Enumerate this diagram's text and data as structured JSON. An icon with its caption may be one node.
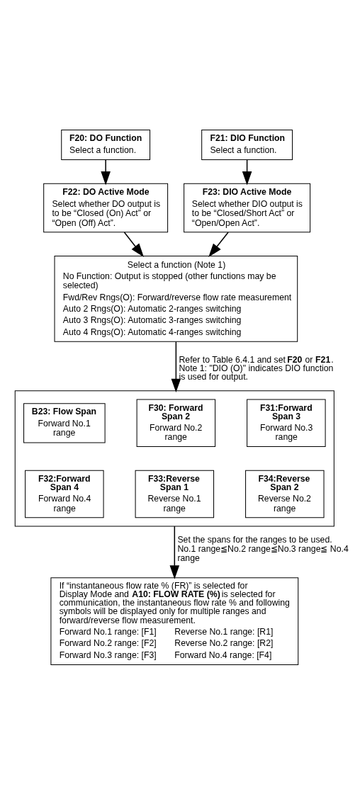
{
  "diagram": {
    "nodes": [
      {
        "text": [
          "F20: DO Function",
          "Select a function."
        ]
      },
      {
        "text": [
          "F21: DIO Function",
          "Select a function."
        ]
      },
      {
        "text": [
          "F22: DO Active Mode",
          "Select whether DO output is to be “Closed (On) Act” or “Open (Off) Act”."
        ]
      },
      {
        "text": [
          "F23: DIO Active Mode",
          "Select whether DIO output is to be “Closed/Short Act” or “Open/Open Act”."
        ]
      },
      {
        "text": [
          "Select a function (Note 1)",
          "No Function: Output is stopped (other functions may be selected)",
          "Fwd/Rev Rngs(O): Forward/reverse flow rate measurement",
          "Auto 2 Rngs(O): Automatic 2-ranges switching",
          "Auto 3 Rngs(O): Automatic 3-ranges switching",
          "Auto 4 Rngs(O): Automatic 4-ranges switching"
        ]
      },
      {
        "text": [],
        "shape": "box"
      },
      {
        "text": [
          "B23: Flow Span",
          "Forward No.1 range"
        ],
        "in": 5
      },
      {
        "text": [
          "F30: Forward Span 2",
          "Forward No.2 range"
        ],
        "in": 5
      },
      {
        "text": [
          "F31:Forward Span 3",
          "Forward No.3 range"
        ],
        "in": 5
      },
      {
        "text": [
          "F32:Forward Span 4",
          "Forward No.4 range"
        ],
        "in": 5
      },
      {
        "text": [
          "F33:Reverse Span 1",
          "Reverse No.1 range"
        ],
        "in": 5
      },
      {
        "text": [
          "F34:Reverse Span 2",
          "Reverse No.2 range"
        ],
        "in": 5
      },
      {
        "text": [
          "If “instantaneous flow rate % (FR)” is selected for Display Mode and **A10: FLOW RATE (%)** is selected for communication, the instantaneous flow rate % and following symbols will be displayed only for multiple ranges and forward/reverse flow measurement.",
          "Forward No.1 range: [F1]",
          "Reverse No.1 range: [R1]",
          "Forward No.2 range: [F2]",
          "Reverse No.2 range: [R2]",
          "Forward No.3 range: [F3]",
          "Forward No.4 range: [F4]"
        ]
      }
    ],
    "edges": [
      {
        "from": 0,
        "to": 2,
        "arrow": "to"
      },
      {
        "from": 1,
        "to": 3,
        "arrow": "to"
      },
      {
        "from": 2,
        "to": 4,
        "arrow": "to"
      },
      {
        "from": 3,
        "to": 4,
        "arrow": "to"
      },
      {
        "from": 4,
        "to": 5,
        "arrow": "to",
        "label": "Refer to Table 6.4.1 and set **F20** or **F21**. Note 1: \"DIO (O)\" indicates DIO function is used for output."
      },
      {
        "from": 5,
        "to": 12,
        "arrow": "to",
        "label": "Set the spans for the ranges to be used. No.1 range≦No.2 range≦No.3 range≦ No.4 range"
      }
    ]
  }
}
